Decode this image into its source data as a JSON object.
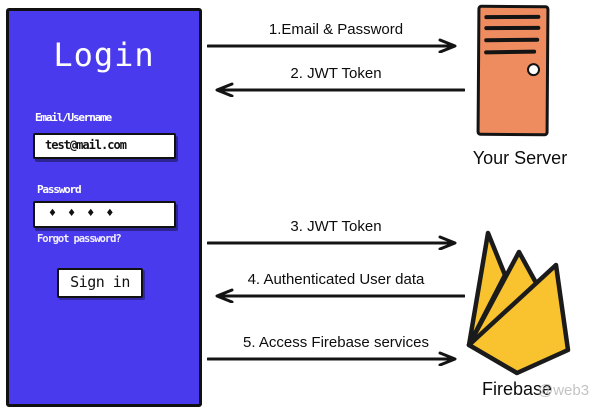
{
  "page": {
    "background": "#ffffff"
  },
  "login_panel": {
    "title": "Login",
    "email_label": "Email/Username",
    "email_value": "test@mail.com",
    "password_label": "Password",
    "password_masked": "♦ ♦ ♦ ♦",
    "forgot_password": "Forgot password?",
    "sign_in": "Sign in",
    "panel_color": "#4A3AED"
  },
  "flows": [
    {
      "label": "1.Email & Password",
      "direction": "right"
    },
    {
      "label": "2. JWT Token",
      "direction": "left"
    },
    {
      "label": "3. JWT Token",
      "direction": "right"
    },
    {
      "label": "4. Authenticated User data",
      "direction": "left"
    },
    {
      "label": "5. Access Firebase services",
      "direction": "right"
    }
  ],
  "server": {
    "label": "Your Server",
    "color": "#EE8C5F"
  },
  "firebase": {
    "label": "Firebase",
    "watermark": "@web3",
    "color": "#F9C32F"
  },
  "icons": {
    "server": "server-tower",
    "firebase": "firebase-flame",
    "arrow_right": "→",
    "arrow_left": "←"
  }
}
